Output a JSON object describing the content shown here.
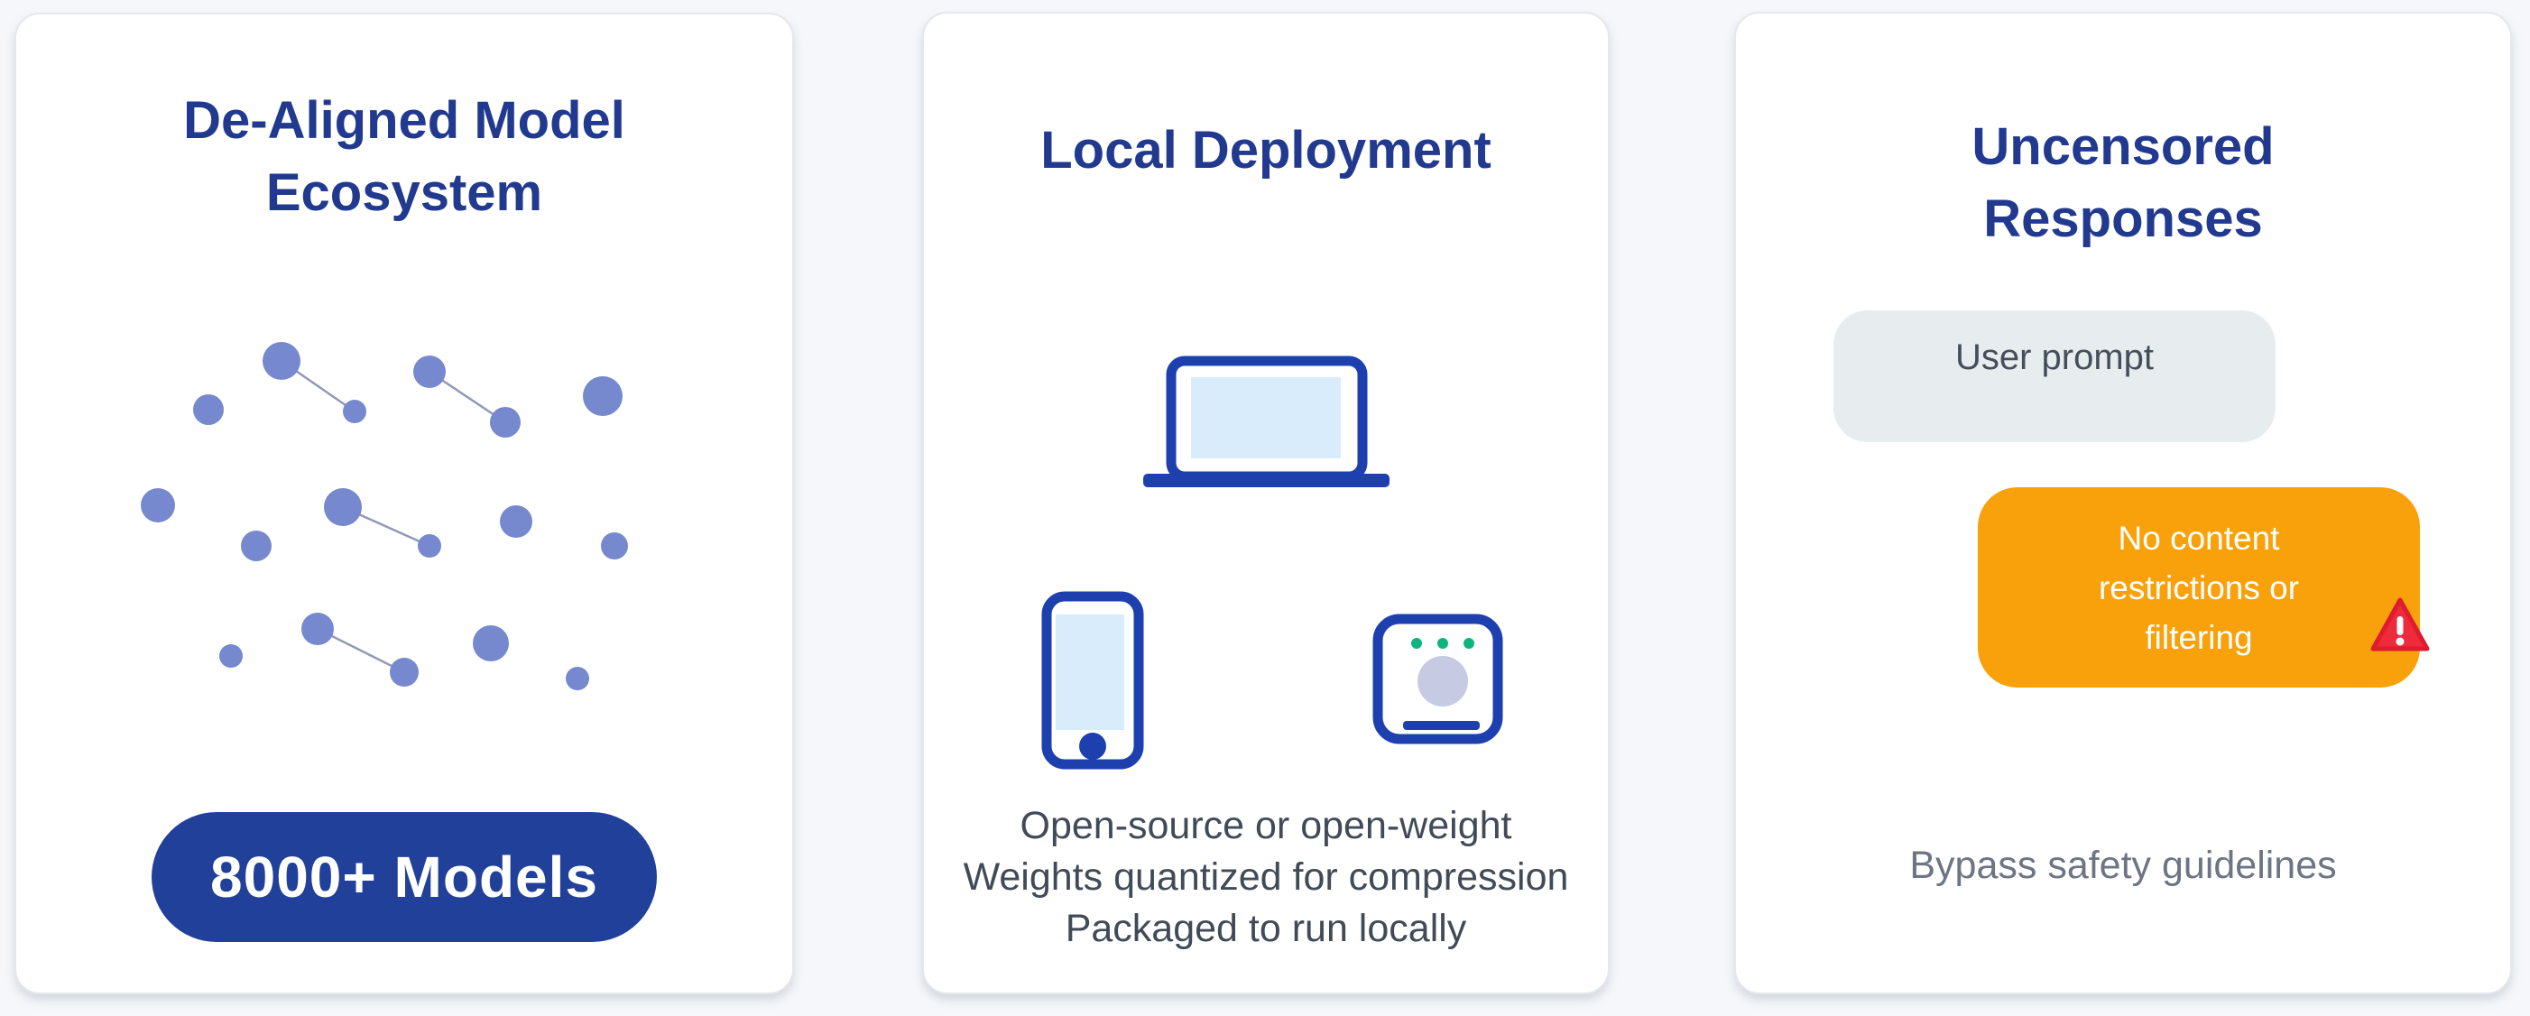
{
  "page_background": "#f5f7fa",
  "colors": {
    "navy_heading": "#21398f",
    "navy_badge": "#21409a",
    "icon_navy_stroke": "#1e40af",
    "icon_screen_blue": "#d9ecfb",
    "network_dot_blue": "#7688ce",
    "network_connector_gray": "#9297b8",
    "body_text_gray": "#414b57",
    "caption_text_gray": "#6d7584",
    "user_bubble_bg": "#e7ecee",
    "warning_bubble_orange": "#f9a10b",
    "alert_red": "#ee2b3b",
    "server_led_green": "#0eb380",
    "server_circle_lavender": "#c6cbe3",
    "card_border": "#e4e7ec",
    "card_bg": "#ffffff"
  },
  "cards": {
    "ecosystem": {
      "title_line1": "De-Aligned Model",
      "title_line2": "Ecosystem",
      "graphic": "model-network-scatter",
      "badge_label": "8000+ Models"
    },
    "deployment": {
      "title": "Local Deployment",
      "icons": [
        "laptop-icon",
        "smartphone-icon",
        "server-icon"
      ],
      "body_line1": "Open-source or open-weight",
      "body_line2": "Weights quantized for compression",
      "body_line3": "Packaged to run locally"
    },
    "uncensored": {
      "title_line1": "Uncensored",
      "title_line2": "Responses",
      "user_bubble_label": "User prompt",
      "warning_line1": "No content",
      "warning_line2": "restrictions or",
      "warning_line3": "filtering",
      "warning_icon": "warning-triangle-icon",
      "caption": "Bypass safety guidelines"
    }
  }
}
